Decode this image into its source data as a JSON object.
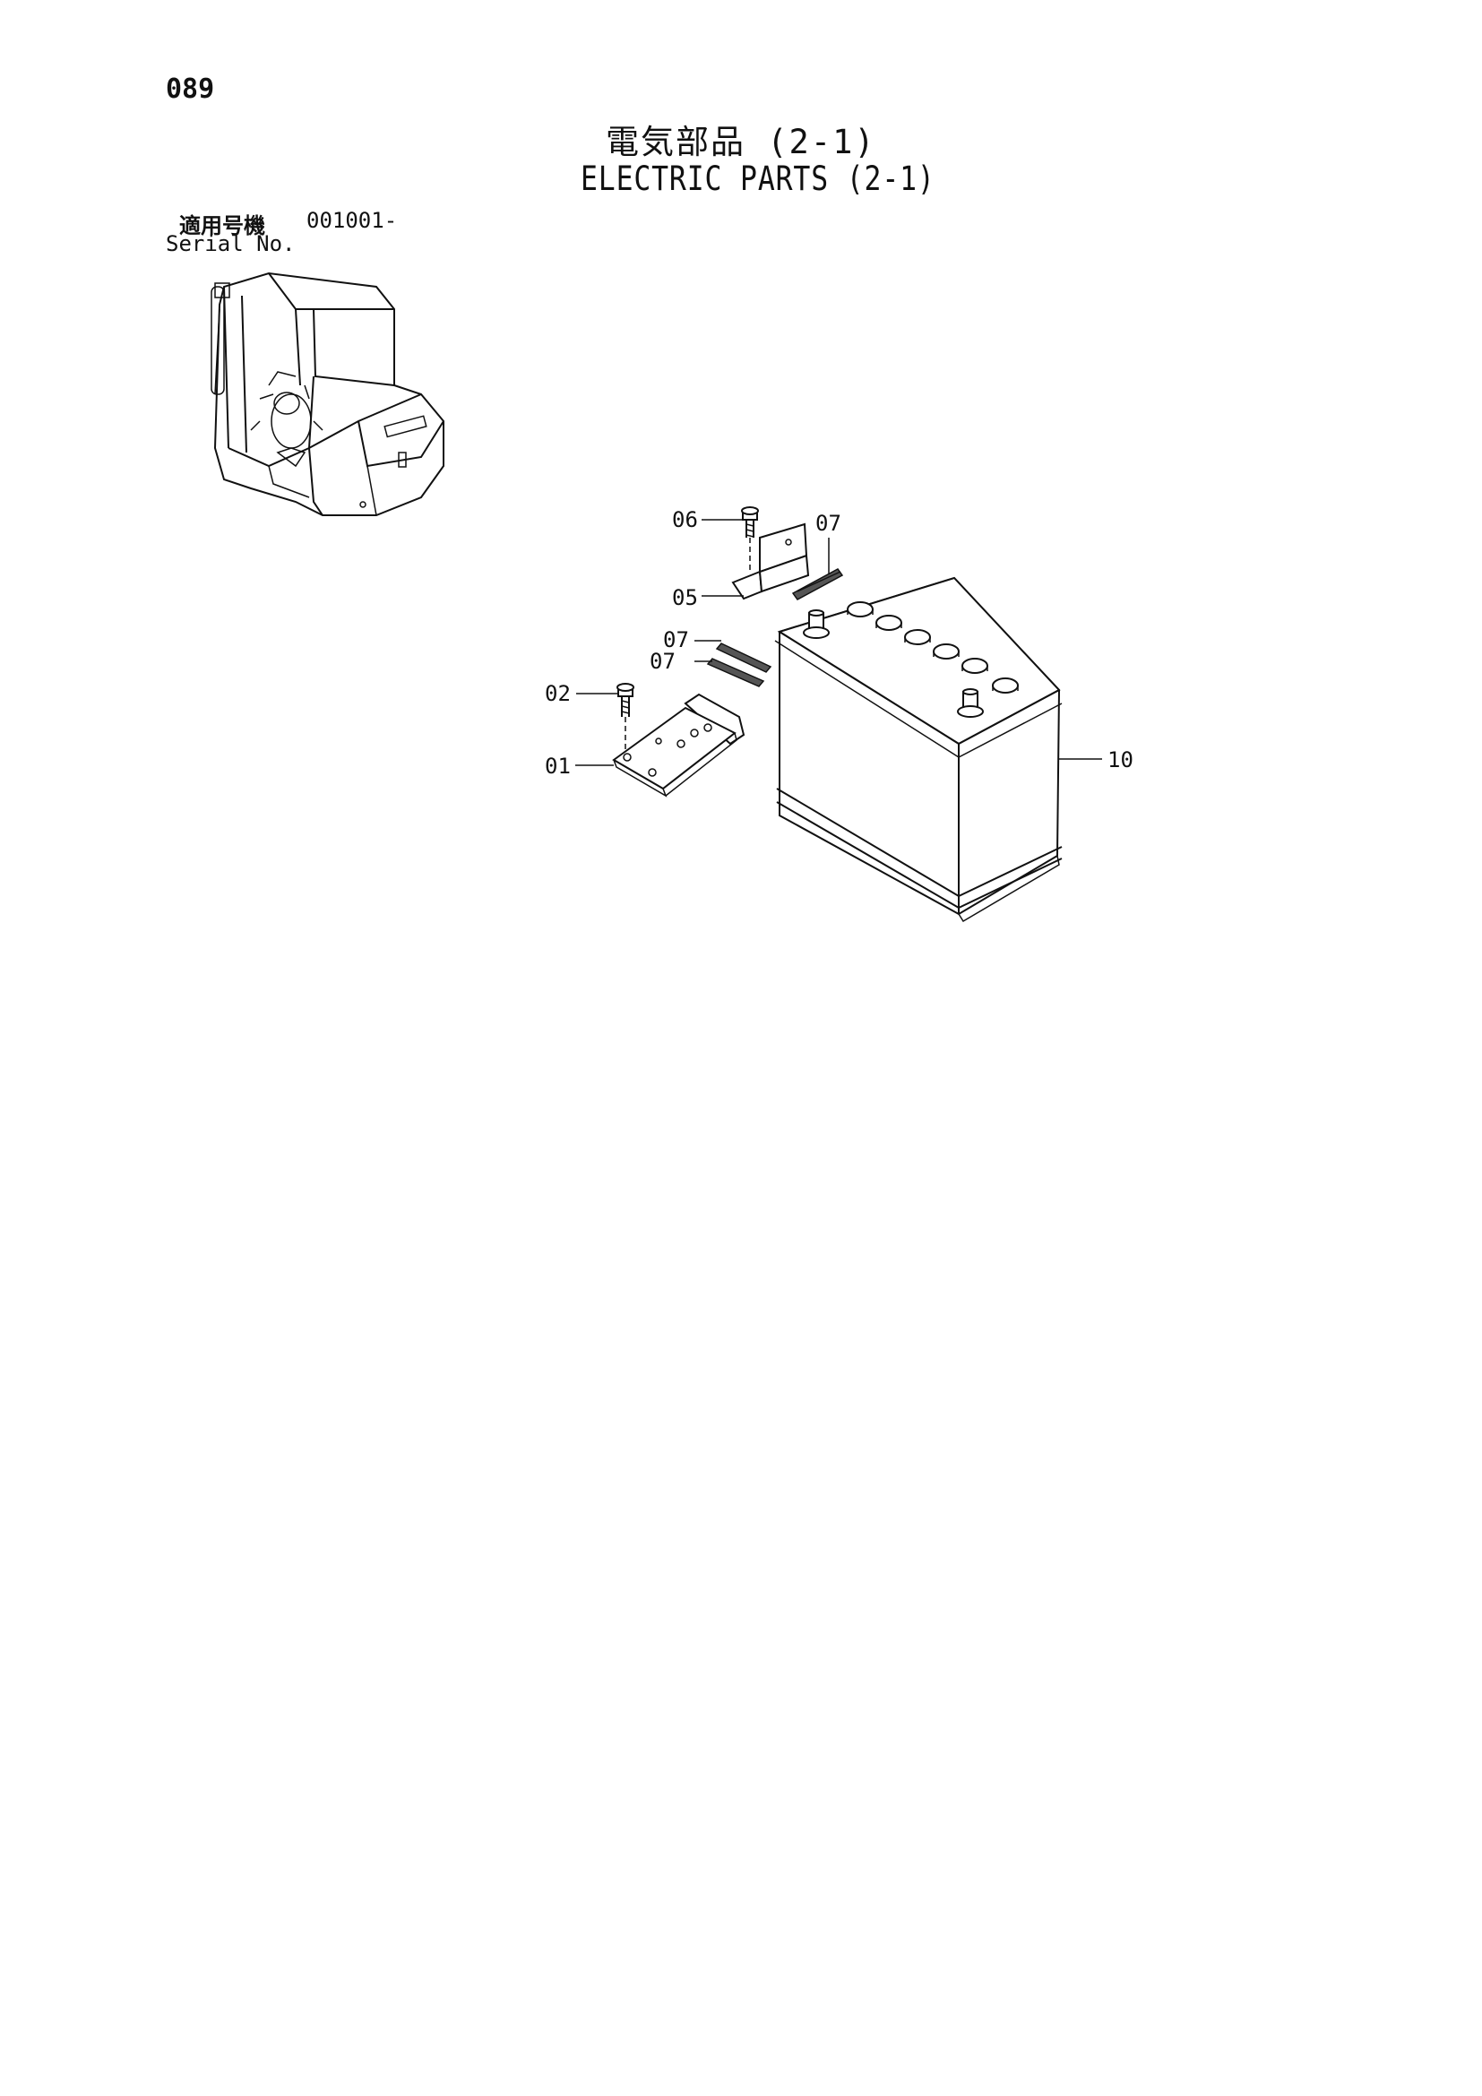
{
  "page_number": "089",
  "title_jp": "電気部品 (2-1)",
  "title_en": "ELECTRIC PARTS (2-1)",
  "serial": {
    "label_jp": "適用号機",
    "value": "001001-",
    "label_en": "Serial No."
  },
  "callouts": {
    "c06": "06",
    "c07a": "07",
    "c05": "05",
    "c07b": "07",
    "c07c": "07",
    "c02": "02",
    "c01": "01",
    "c10": "10"
  }
}
